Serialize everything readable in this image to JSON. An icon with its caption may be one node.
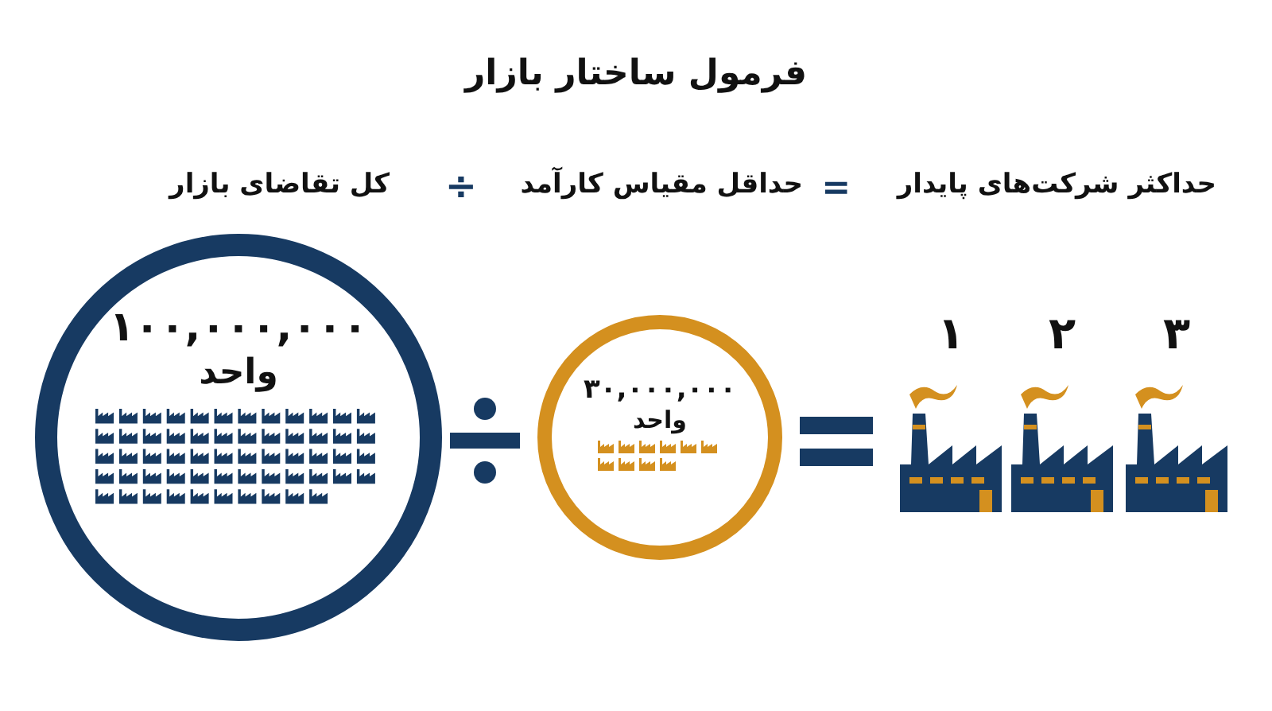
{
  "diagram": {
    "title": "فرمول ساختار بازار",
    "nodes": [
      {
        "text": [
          "۱۰۰,۰۰۰,۰۰۰",
          "واحد"
        ]
      },
      {
        "text": [
          "۳۰,۰۰۰,۰۰۰",
          "واحد"
        ]
      }
    ],
    "edges": [],
    "labels": [
      "حداکثر شرکت‌های پایدار",
      "=",
      "حداقل مقیاس کارآمد",
      "÷",
      "کل تقاضای بازار",
      "۱",
      "۲",
      "۳"
    ]
  }
}
